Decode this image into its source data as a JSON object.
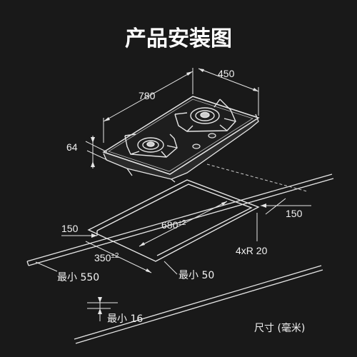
{
  "title": "产品安装图",
  "dimensions": {
    "depth": "450",
    "width": "780",
    "height": "64",
    "cutout_width": "680",
    "cutout_width_tol": "±2",
    "cutout_depth": "350",
    "cutout_depth_tol": "±2",
    "left_margin": "150",
    "right_margin": "150",
    "corner_radius": "4xR 20",
    "min_side": "最小 550",
    "min_back": "最小 50",
    "min_below": "最小 16"
  },
  "unit_note": "尺寸 (毫米)",
  "colors": {
    "background": "#191919",
    "line": "#e6e6e6",
    "text": "#f2f2f2"
  }
}
